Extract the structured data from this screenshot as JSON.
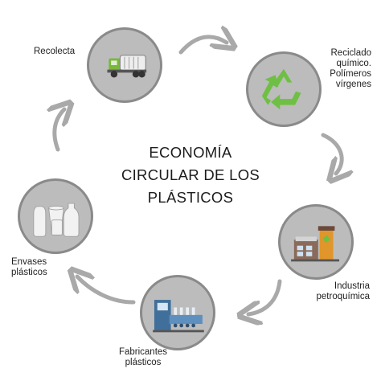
{
  "title_lines": [
    "ECONOMÍA",
    "CIRCULAR DE LOS",
    "PLÁSTICOS"
  ],
  "nodes": [
    {
      "label_lines": [
        "Recolecta"
      ],
      "icon": "garbage-truck-icon"
    },
    {
      "label_lines": [
        "Reciclado",
        "químico.",
        "Polímeros",
        "vírgenes"
      ],
      "icon": "recycle-icon"
    },
    {
      "label_lines": [
        "Industria",
        "petroquímica"
      ],
      "icon": "refinery-icon"
    },
    {
      "label_lines": [
        "Fabricantes",
        "plásticos"
      ],
      "icon": "factory-machine-icon"
    },
    {
      "label_lines": [
        "Envases",
        "plásticos"
      ],
      "icon": "plastic-containers-icon"
    }
  ],
  "colors": {
    "circle_fill": "#bcbcbc",
    "circle_border": "#8a8a8a",
    "arrow": "#a9a9a9",
    "recycle_green": "#6fbf45",
    "truck_green": "#79b83a",
    "refinery_orange": "#e0962a"
  }
}
